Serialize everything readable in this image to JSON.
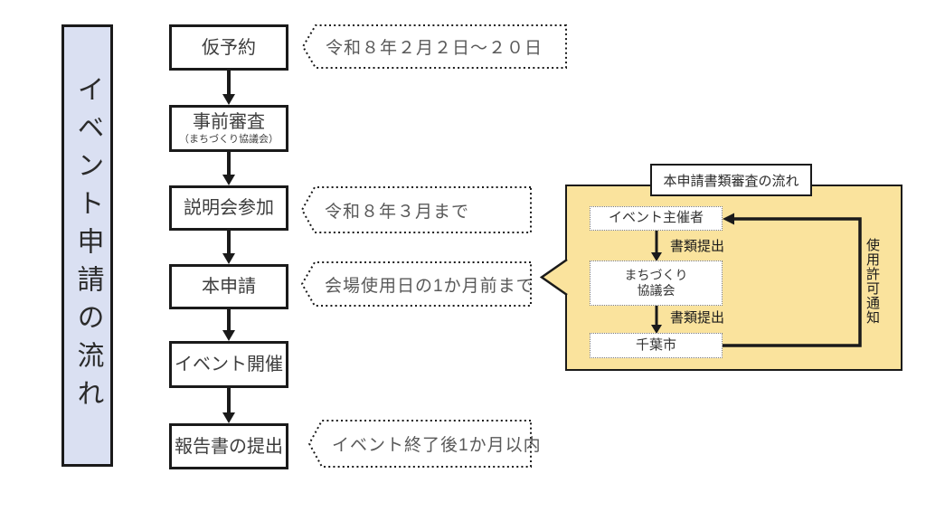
{
  "banner": {
    "title": "イベント申請の流れ"
  },
  "flow": {
    "steps": [
      {
        "label": "仮予約"
      },
      {
        "label": "事前審査",
        "sublabel": "（まちづくり協議会）"
      },
      {
        "label": "説明会参加"
      },
      {
        "label": "本申請"
      },
      {
        "label": "イベント開催"
      },
      {
        "label": "報告書の提出"
      }
    ]
  },
  "callouts": [
    {
      "text": "令和８年２月２日～２０日"
    },
    {
      "text": "令和８年３月まで"
    },
    {
      "text": "会場使用日の1か月前まで"
    },
    {
      "text": "イベント終了後1か月以内"
    }
  ],
  "review_panel": {
    "title": "本申請書類審査の流れ",
    "nodes": [
      {
        "label": "イベント主催者"
      },
      {
        "label_line1": "まちづくり",
        "label_line2": "協議会"
      },
      {
        "label": "千葉市"
      }
    ],
    "edge_labels": [
      "書類提出",
      "書類提出"
    ],
    "return_label": "使用許可通知"
  },
  "colors": {
    "banner_bg": "#DAE0F2",
    "panel_bg": "#FAE39D",
    "outline": "#1A1A1A",
    "callout_text": "#595959"
  }
}
